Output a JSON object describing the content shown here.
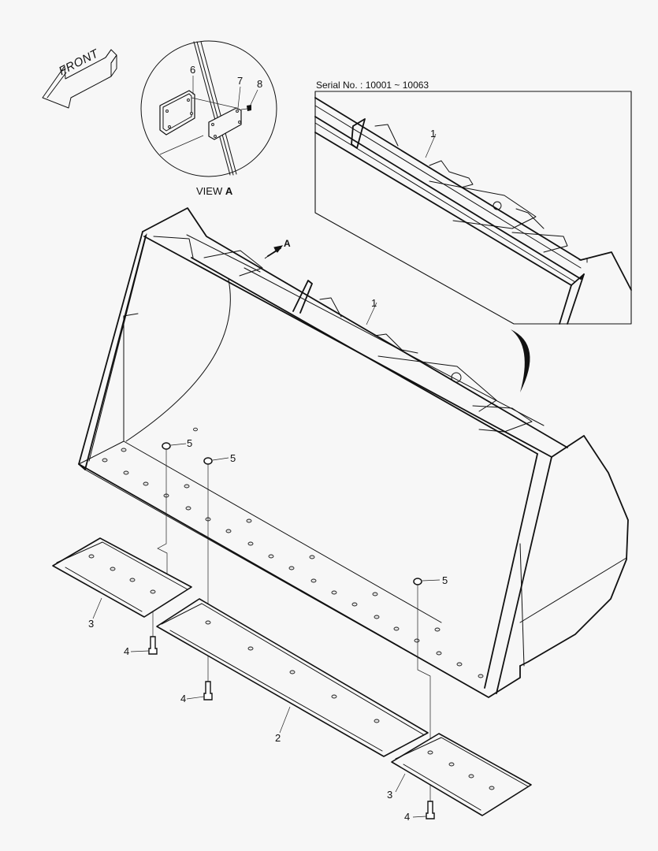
{
  "diagram": {
    "type": "exploded parts diagram",
    "subject": "loader bucket with cutting edges",
    "serial_note": "Serial No. : 10001 ~ 10063",
    "front_arrow_label": "FRONT",
    "detail_view": {
      "label_prefix": "VIEW",
      "label_letter": "A",
      "parts": [
        "6",
        "7",
        "8"
      ]
    },
    "view_arrow_label": "A",
    "callouts": [
      {
        "id": "inset_1",
        "text": "1"
      },
      {
        "id": "main_1",
        "text": "1"
      },
      {
        "id": "nut_5a",
        "text": "5"
      },
      {
        "id": "nut_5b",
        "text": "5"
      },
      {
        "id": "nut_5c",
        "text": "5"
      },
      {
        "id": "edge_3_left",
        "text": "3"
      },
      {
        "id": "edge_3_right",
        "text": "3"
      },
      {
        "id": "edge_2",
        "text": "2"
      },
      {
        "id": "bolt_4a",
        "text": "4"
      },
      {
        "id": "bolt_4b",
        "text": "4"
      },
      {
        "id": "bolt_4c",
        "text": "4"
      },
      {
        "id": "view_6",
        "text": "6"
      },
      {
        "id": "view_7",
        "text": "7"
      },
      {
        "id": "view_8",
        "text": "8"
      }
    ]
  },
  "labels": {
    "c1_inset": "1",
    "c1_main": "1",
    "c2": "2",
    "c3a": "3",
    "c3b": "3",
    "c4a": "4",
    "c4b": "4",
    "c4c": "4",
    "c5a": "5",
    "c5b": "5",
    "c5c": "5",
    "c6": "6",
    "c7": "7",
    "c8": "8"
  },
  "colors": {
    "background": "#f7f7f7",
    "line": "#111111"
  }
}
